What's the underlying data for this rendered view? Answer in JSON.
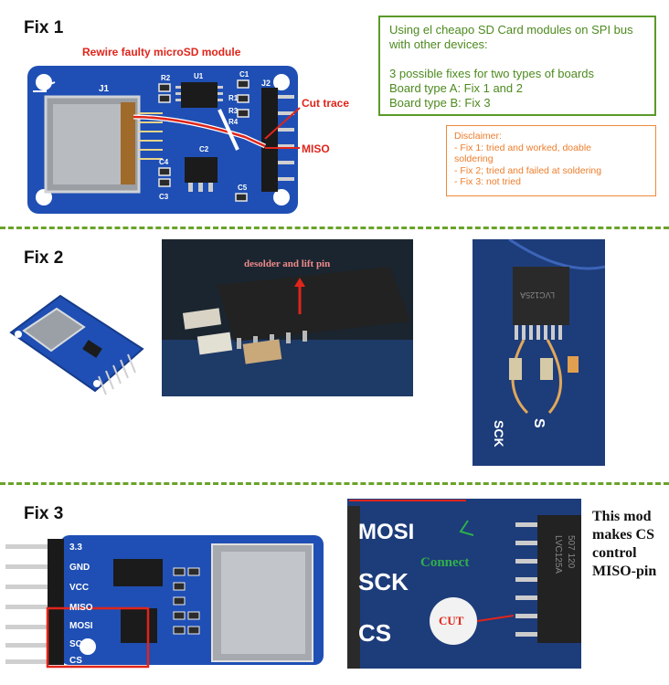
{
  "sections": {
    "fix1": {
      "heading": "Fix 1",
      "caption": "Rewire faulty microSD module",
      "cut_label": "Cut trace",
      "miso_label": "MISO",
      "pcb": {
        "j1": "J1",
        "r2": "R2",
        "u1": "U1",
        "c1": "C1",
        "r1": "R1",
        "r3": "R3",
        "r4": "R4",
        "j2": "J2",
        "c2": "C2",
        "c3": "C3",
        "c4": "C4",
        "c5": "C5"
      }
    },
    "fix2": {
      "heading": "Fix 2",
      "desolder_label": "desolder and lift pin",
      "chip_mark_1": "LVC125A",
      "sck_label": "SCK",
      "s_label": "S"
    },
    "fix3": {
      "heading": "Fix 3",
      "pins": [
        "3.3",
        "GND",
        "VCC",
        "MISO",
        "MOSI",
        "SCK",
        "CS"
      ],
      "closeup": {
        "mosi": "MOSI",
        "sck": "SCK",
        "cs": "CS",
        "connect": "Connect",
        "cut": "CUT",
        "chip_text_1": "LVC125A",
        "chip_text_2": "507 120"
      },
      "note_lines": [
        "This mod",
        "makes CS",
        "control",
        "MISO-pin"
      ]
    }
  },
  "info_box": {
    "lines": [
      "Using el cheapo SD Card modules on SPI bus",
      "with other devices:",
      "",
      "3 possible fixes for two types of boards",
      "Board type A: Fix 1 and 2",
      "Board type B: Fix 3"
    ]
  },
  "disclaimer": {
    "title": "Disclaimer:",
    "lines": [
      "- Fix 1: tried and worked, doable",
      "soldering",
      "- Fix 2; tried and failed at soldering",
      "- Fix 3: not tried"
    ]
  },
  "colors": {
    "accent_green": "#6aa329",
    "caption_red": "#e0251b",
    "note_orange": "#ee7d2b",
    "pcb_blue": "#1f4fb4"
  }
}
